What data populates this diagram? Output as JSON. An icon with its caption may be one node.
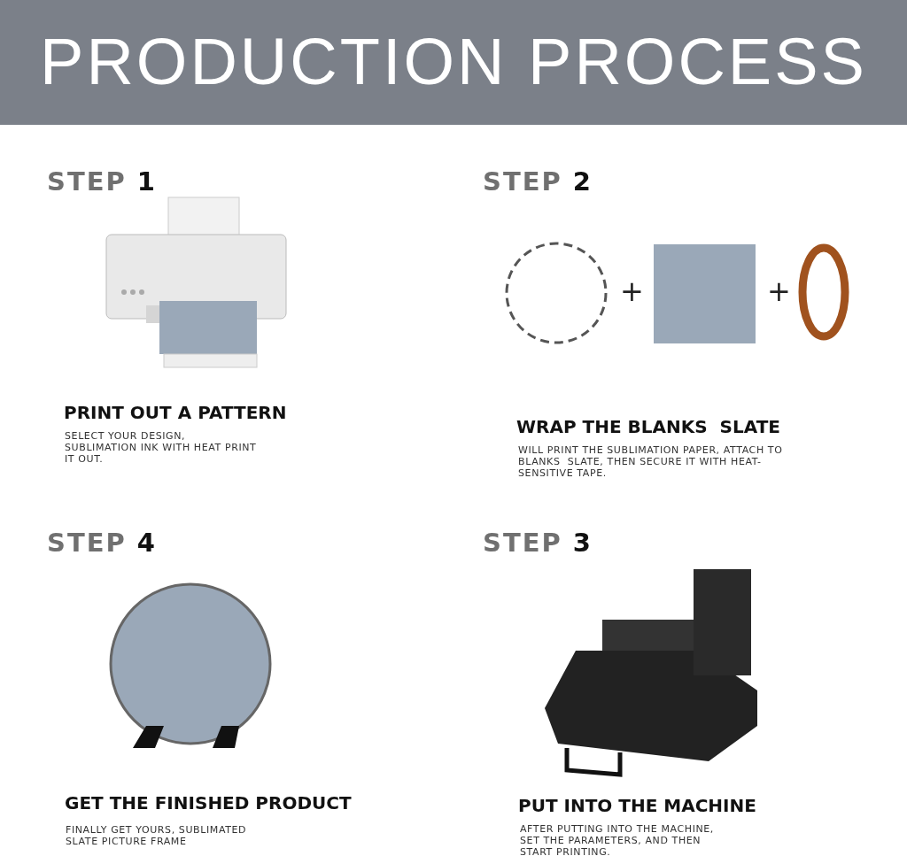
{
  "diagram": {
    "title": "PRODUCTION PROCESS",
    "labels": [
      "STEP 1",
      "STEP 2",
      "+",
      "+",
      "PRINT OUT A PATTERN",
      "SELECT YOUR DESIGN, SUBLIMATION INK WITH HEAT PRINT IT OUT.",
      "WRAP THE BLANKS  SLATE",
      "WILL PRINT THE SUBLIMATION PAPER, ATTACH TO BLANKS  SLATE, THEN SECURE IT WITH HEAT-SENSITIVE TAPE.",
      "STEP 4",
      "STEP 3",
      "GET THE FINISHED PRODUCT",
      "FINALLY GET YOURS, SUBLIMATED SLATE PICTURE FRAME",
      "PUT INTO THE MACHINE",
      "AFTER PUTTING INTO THE MACHINE, SET THE PARAMETERS, AND THEN START PRINTING."
    ]
  }
}
